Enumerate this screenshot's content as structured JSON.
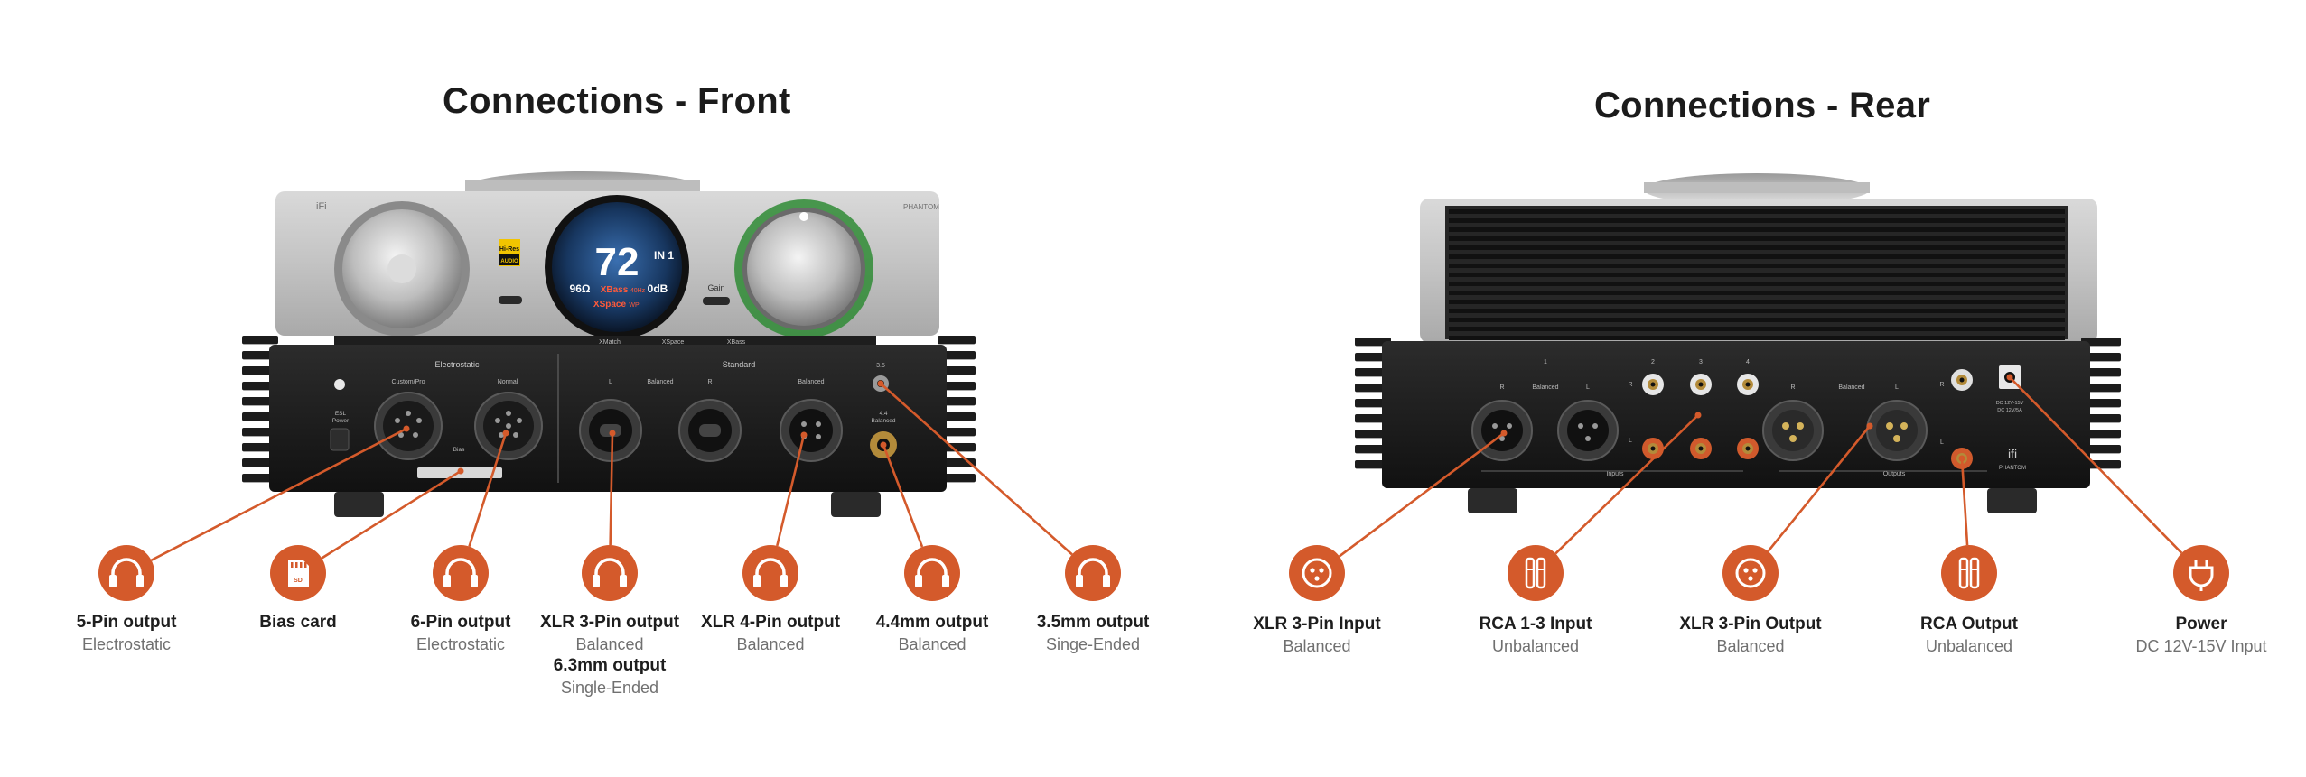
{
  "titles": {
    "front": "Connections - Front",
    "rear": "Connections - Rear"
  },
  "accent_color": "#d45a2b",
  "device_front": {
    "display": {
      "volume": "72",
      "input": "IN 1",
      "impedance": "96Ω",
      "bass": "XBass",
      "bass_suffix": "40Hz",
      "gain_db": "0dB",
      "space": "XSpace",
      "space_suffix": "WP"
    },
    "hires_badge": [
      "Hi-Res",
      "AUDIO"
    ],
    "gain_label": "Gain",
    "brand": [
      "iFi",
      "PHANTOM"
    ],
    "menu_strip": [
      "XMatch",
      "XSpace",
      "XBass"
    ],
    "panel": {
      "section_electrostatic": "Electrostatic",
      "custom_pro": "Custom/Pro",
      "normal": "Normal",
      "esl_power": [
        "ESL",
        "Power"
      ],
      "bias": "Bias",
      "section_standard": "Standard",
      "balanced_lr": [
        "L",
        "Balanced",
        "R"
      ],
      "balanced": "Balanced",
      "jack_35": "3.5",
      "jack_44": [
        "4.4",
        "Balanced"
      ]
    }
  },
  "device_rear": {
    "panel": {
      "num_1": "1",
      "num_2": "2",
      "num_3": "3",
      "num_4": "4",
      "inputs_balanced": [
        "R",
        "Balanced",
        "L"
      ],
      "outputs_balanced": [
        "R",
        "Balanced",
        "L"
      ],
      "inputs": "Inputs",
      "outputs": "Outputs",
      "r": "R",
      "l": "L",
      "power_label": [
        "DC 12V-15V",
        "DC 12V/5A"
      ],
      "brand": [
        "ifi",
        "PHANTOM"
      ]
    }
  },
  "front_callouts": [
    {
      "icon": "headphones-icon",
      "name": "5-Pin output",
      "lines": [
        "Electrostatic"
      ]
    },
    {
      "icon": "sd-card-icon",
      "name": "Bias card",
      "lines": []
    },
    {
      "icon": "headphones-icon",
      "name": "6-Pin output",
      "lines": [
        "Electrostatic"
      ]
    },
    {
      "icon": "headphones-icon",
      "name": "XLR 3-Pin output",
      "lines": [
        "Balanced"
      ],
      "name2": "6.3mm output",
      "lines2": [
        "Single-Ended"
      ]
    },
    {
      "icon": "headphones-icon",
      "name": "XLR 4-Pin output",
      "lines": [
        "Balanced"
      ]
    },
    {
      "icon": "headphones-icon",
      "name": "4.4mm output",
      "lines": [
        "Balanced"
      ]
    },
    {
      "icon": "headphones-icon",
      "name": "3.5mm output",
      "lines": [
        "Singe-Ended"
      ]
    }
  ],
  "rear_callouts": [
    {
      "icon": "xlr-connector-icon",
      "name": "XLR 3-Pin Input",
      "lines": [
        "Balanced"
      ]
    },
    {
      "icon": "rca-connector-icon",
      "name": "RCA 1-3 Input",
      "lines": [
        "Unbalanced"
      ]
    },
    {
      "icon": "xlr-connector-icon",
      "name": "XLR 3-Pin Output",
      "lines": [
        "Balanced"
      ]
    },
    {
      "icon": "rca-connector-icon",
      "name": "RCA Output",
      "lines": [
        "Unbalanced"
      ]
    },
    {
      "icon": "power-plug-icon",
      "name": "Power",
      "lines": [
        "DC 12V-15V Input"
      ]
    }
  ]
}
